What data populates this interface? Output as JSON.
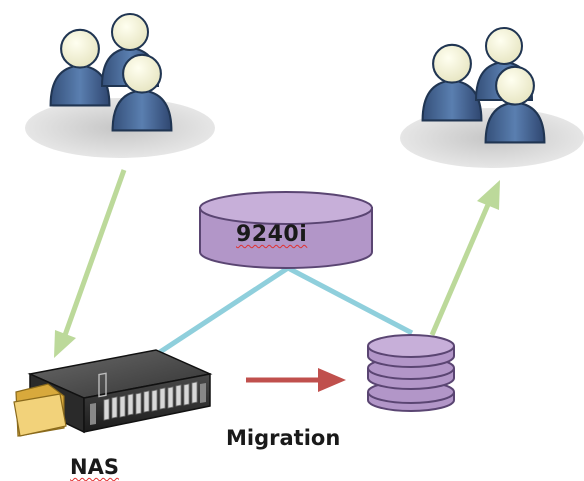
{
  "labels": {
    "disk": "9240i",
    "migration": "Migration",
    "nas": "NAS"
  },
  "colors": {
    "user_body": "#3f5f8c",
    "user_head": "#f2f2d4",
    "shadow": "#d4d4d4",
    "disk_fill": "#b296c8",
    "disk_stroke": "#5a4572",
    "link_green": "#bcd99a",
    "link_cyan": "#8fcfdc",
    "migration_arrow": "#c0504d",
    "server_body": "#2c2c2c",
    "folder": "#e9c46a"
  }
}
